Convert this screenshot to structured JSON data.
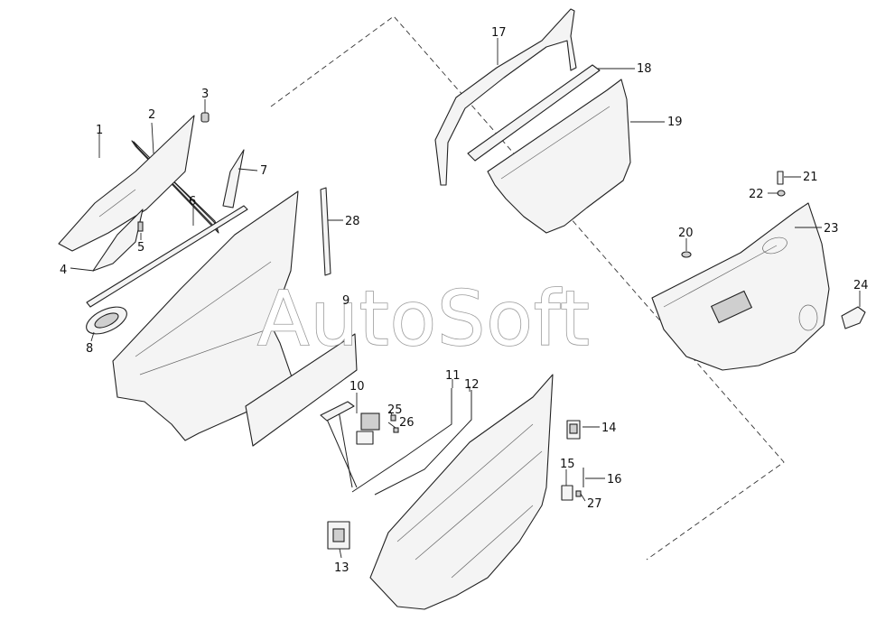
{
  "diagram": {
    "watermark": "AutoSoft",
    "callouts": [
      {
        "id": "1",
        "text": "1"
      },
      {
        "id": "2",
        "text": "2"
      },
      {
        "id": "3",
        "text": "3"
      },
      {
        "id": "4",
        "text": "4"
      },
      {
        "id": "5",
        "text": "5"
      },
      {
        "id": "6",
        "text": "6"
      },
      {
        "id": "7",
        "text": "7"
      },
      {
        "id": "8",
        "text": "8"
      },
      {
        "id": "9",
        "text": "9"
      },
      {
        "id": "10",
        "text": "10"
      },
      {
        "id": "11",
        "text": "11"
      },
      {
        "id": "12",
        "text": "12"
      },
      {
        "id": "13",
        "text": "13"
      },
      {
        "id": "14",
        "text": "14"
      },
      {
        "id": "15",
        "text": "15"
      },
      {
        "id": "16",
        "text": "16"
      },
      {
        "id": "17",
        "text": "17"
      },
      {
        "id": "18",
        "text": "18"
      },
      {
        "id": "19",
        "text": "19"
      },
      {
        "id": "20",
        "text": "20"
      },
      {
        "id": "21",
        "text": "21"
      },
      {
        "id": "22",
        "text": "22"
      },
      {
        "id": "23",
        "text": "23"
      },
      {
        "id": "24",
        "text": "24"
      },
      {
        "id": "25",
        "text": "25"
      },
      {
        "id": "26",
        "text": "26"
      },
      {
        "id": "27",
        "text": "27"
      },
      {
        "id": "28",
        "text": "28"
      }
    ]
  }
}
